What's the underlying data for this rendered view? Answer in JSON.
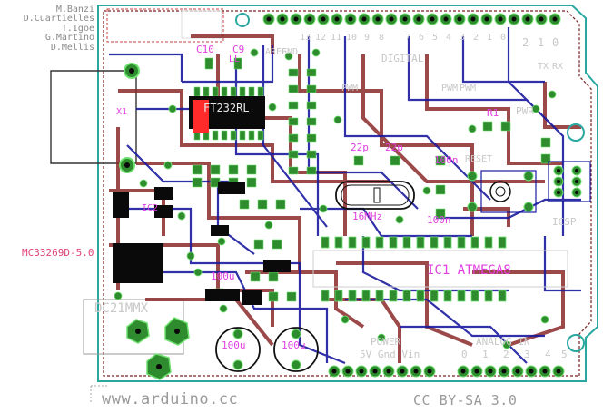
{
  "credits": [
    "M.Banzi",
    "D.Cuartielles",
    "T.Igoe",
    "G.Martino",
    "D.Mellis"
  ],
  "footer": {
    "website": "www.arduino.cc",
    "license": "CC BY-SA 3.0"
  },
  "side_label": "MC33269D-5.0",
  "components": {
    "usb_chip": "FT232RL",
    "mcu": "IC1 ATMEGA8",
    "crystal": "16MHz",
    "dc_jack": "DC21MMX",
    "cap_left": "100u",
    "cap_right": "100u",
    "c_small_1": "22p",
    "c_small_2": "22p",
    "c10": "C10",
    "c9": "C9",
    "c_100n_1": "100n",
    "c_100n_2": "100n",
    "c_100u_mid": "100u",
    "pwr_led": "PWR",
    "r1": "R1",
    "icsp": "ICSP",
    "reset_label": "RESET",
    "xusb": "X1",
    "aref": "AREF",
    "gnd": "GND",
    "digital": "DIGITAL",
    "pwm1": "PWM",
    "pwm2": "PWM",
    "pwm3": "PWM",
    "tx": "TX",
    "rx": "RX",
    "power": "POWER",
    "power_pins": "5V Gnd Vin",
    "analog_in": "ANALOG IN",
    "reg_label": "IC2",
    "usb_reg": "LL",
    "num_2": "2",
    "num_1": "1",
    "num_0": "0"
  },
  "analog_pins": [
    "0",
    "1",
    "2",
    "3",
    "4",
    "5"
  ],
  "digital_pins": [
    "13",
    "12",
    "11",
    "10",
    "9",
    "8",
    "7",
    "6",
    "5",
    "4",
    "3",
    "2",
    "1",
    "0"
  ]
}
